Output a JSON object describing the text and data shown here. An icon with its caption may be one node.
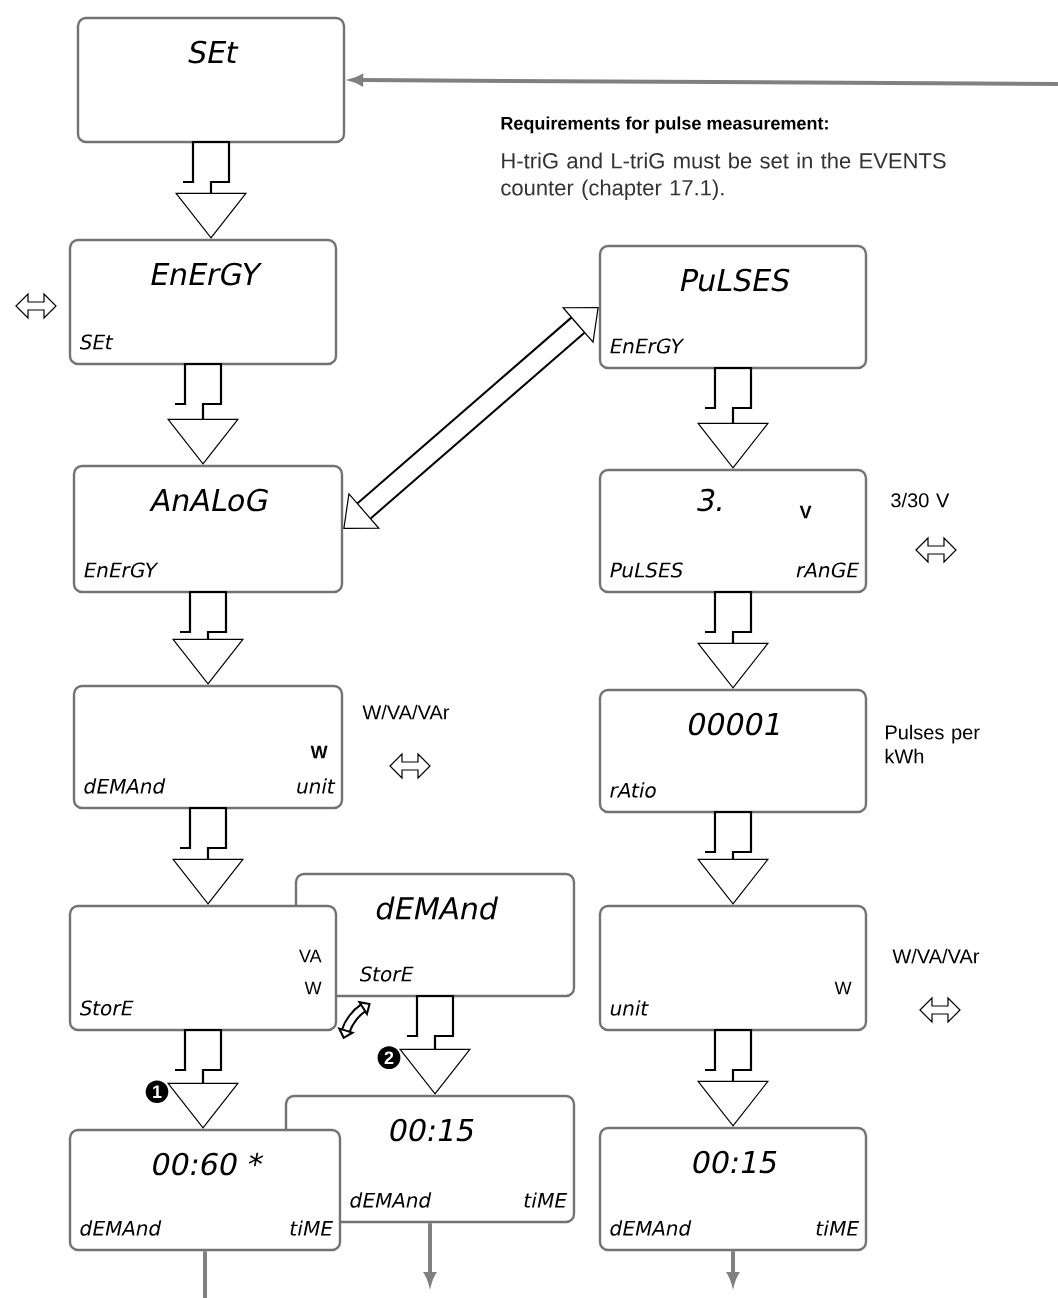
{
  "diagram": {
    "nodes": [
      {
        "text": [
          "SEt"
        ]
      },
      {
        "text": [
          "EnErGY",
          "SEt"
        ]
      },
      {
        "text": [
          "AnALoG",
          "EnErGY"
        ]
      },
      {
        "text": [
          "W",
          "dEMAnd",
          "unit"
        ],
        "beside": [
          "W/VA/VAr"
        ]
      },
      {
        "text": [
          "VA",
          "W",
          "StorE"
        ]
      },
      {
        "text": [
          "dEMAnd",
          "StorE"
        ]
      },
      {
        "text": [
          "00:60 *",
          "dEMAnd",
          "tiME"
        ]
      },
      {
        "text": [
          "00:15",
          "dEMAnd",
          "tiME"
        ]
      },
      {
        "text": [
          "PuLSES",
          "EnErGY"
        ]
      },
      {
        "text": [
          "3.",
          "V",
          "PuLSES",
          "rAnGE"
        ],
        "beside": [
          "3/30 V"
        ]
      },
      {
        "text": [
          "00001",
          "rAtio"
        ],
        "beside": [
          "Pulses per kWh"
        ]
      },
      {
        "text": [
          "W",
          "unit"
        ],
        "beside": [
          "W/VA/VAr"
        ]
      },
      {
        "text": [
          "00:15",
          "dEMAnd",
          "tiME"
        ]
      }
    ],
    "edges": [
      {
        "from": null,
        "to": 0,
        "arrow": "to",
        "color": "#808080"
      },
      {
        "from": 0,
        "to": 1,
        "arrow": "to"
      },
      {
        "from": 1,
        "to": 2,
        "arrow": "to"
      },
      {
        "from": 2,
        "to": 3,
        "arrow": "to"
      },
      {
        "from": 3,
        "to": 4,
        "arrow": "to"
      },
      {
        "from": 4,
        "to": 6,
        "arrow": "to",
        "label": "1"
      },
      {
        "from": 5,
        "to": 7,
        "arrow": "to",
        "label": "2"
      },
      {
        "from": 4,
        "to": 5,
        "arrow": "both",
        "style": "thick",
        "color": "#000000"
      },
      {
        "from": 6,
        "to": null,
        "arrow": "none",
        "color": "#808080"
      },
      {
        "from": 7,
        "to": null,
        "arrow": "to",
        "color": "#808080"
      },
      {
        "from": 12,
        "to": null,
        "arrow": "to",
        "color": "#808080"
      },
      {
        "from": 2,
        "to": 8,
        "arrow": "both",
        "style": "thick",
        "color": "#000000"
      },
      {
        "from": 8,
        "to": 9,
        "arrow": "to"
      },
      {
        "from": 9,
        "to": 10,
        "arrow": "to"
      },
      {
        "from": 10,
        "to": 11,
        "arrow": "to"
      },
      {
        "from": 11,
        "to": 12,
        "arrow": "to"
      }
    ],
    "labels": [
      "Requirements for pulse measurement:",
      "H-triG and L-triG must be set in the EVENTS counter (chapter 17.1)."
    ]
  }
}
